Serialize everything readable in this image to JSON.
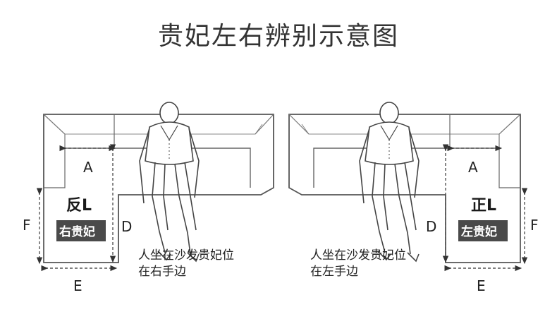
{
  "title": "贵妃左右辨别示意图",
  "left_panel": {
    "tag": "反L",
    "badge": "右贵妃",
    "labels": {
      "a": "A",
      "d": "D",
      "e": "E",
      "f": "F"
    },
    "caption_line1": "人坐在沙发贵妃位",
    "caption_line2": "在右手边"
  },
  "right_panel": {
    "tag": "正L",
    "badge": "左贵妃",
    "labels": {
      "a": "A",
      "d": "D",
      "e": "E",
      "f": "F"
    },
    "caption_line1": "人坐在沙发贵妃位",
    "caption_line2": "在左手边"
  },
  "colors": {
    "badge_bg": "#4a4a4a",
    "line": "#555555",
    "dash": "#777777"
  }
}
